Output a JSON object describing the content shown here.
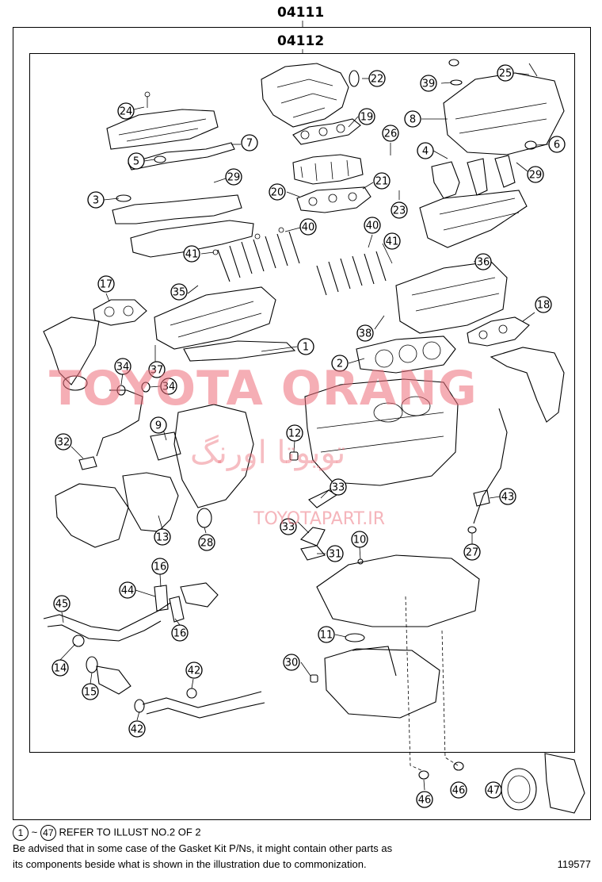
{
  "kit_numbers": {
    "outer": "04111",
    "inner": "04112"
  },
  "callouts": [
    "1",
    "2",
    "3",
    "4",
    "5",
    "6",
    "7",
    "8",
    "9",
    "10",
    "11",
    "12",
    "13",
    "14",
    "15",
    "16",
    "17",
    "18",
    "19",
    "20",
    "21",
    "22",
    "23",
    "24",
    "25",
    "26",
    "27",
    "28",
    "29",
    "30",
    "31",
    "32",
    "33",
    "34",
    "35",
    "36",
    "37",
    "38",
    "39",
    "40",
    "41",
    "42",
    "43",
    "44",
    "45",
    "46",
    "47"
  ],
  "watermark": {
    "brand": "TOYOTA ORANG",
    "persian": "تویوتا اورنگ",
    "url": "TOYOTAPART.IR"
  },
  "footer": {
    "ref_from": "1",
    "ref_to": "47",
    "ref_separator": "~",
    "ref_text": "REFER TO ILLUST NO.2 OF 2",
    "note_line1": "Be advised that in some case of the Gasket Kit P/Ns,  it might contain other parts as",
    "note_line2": "its components beside what is shown in the illustration due to commonization.",
    "illustration_no": "119577"
  }
}
